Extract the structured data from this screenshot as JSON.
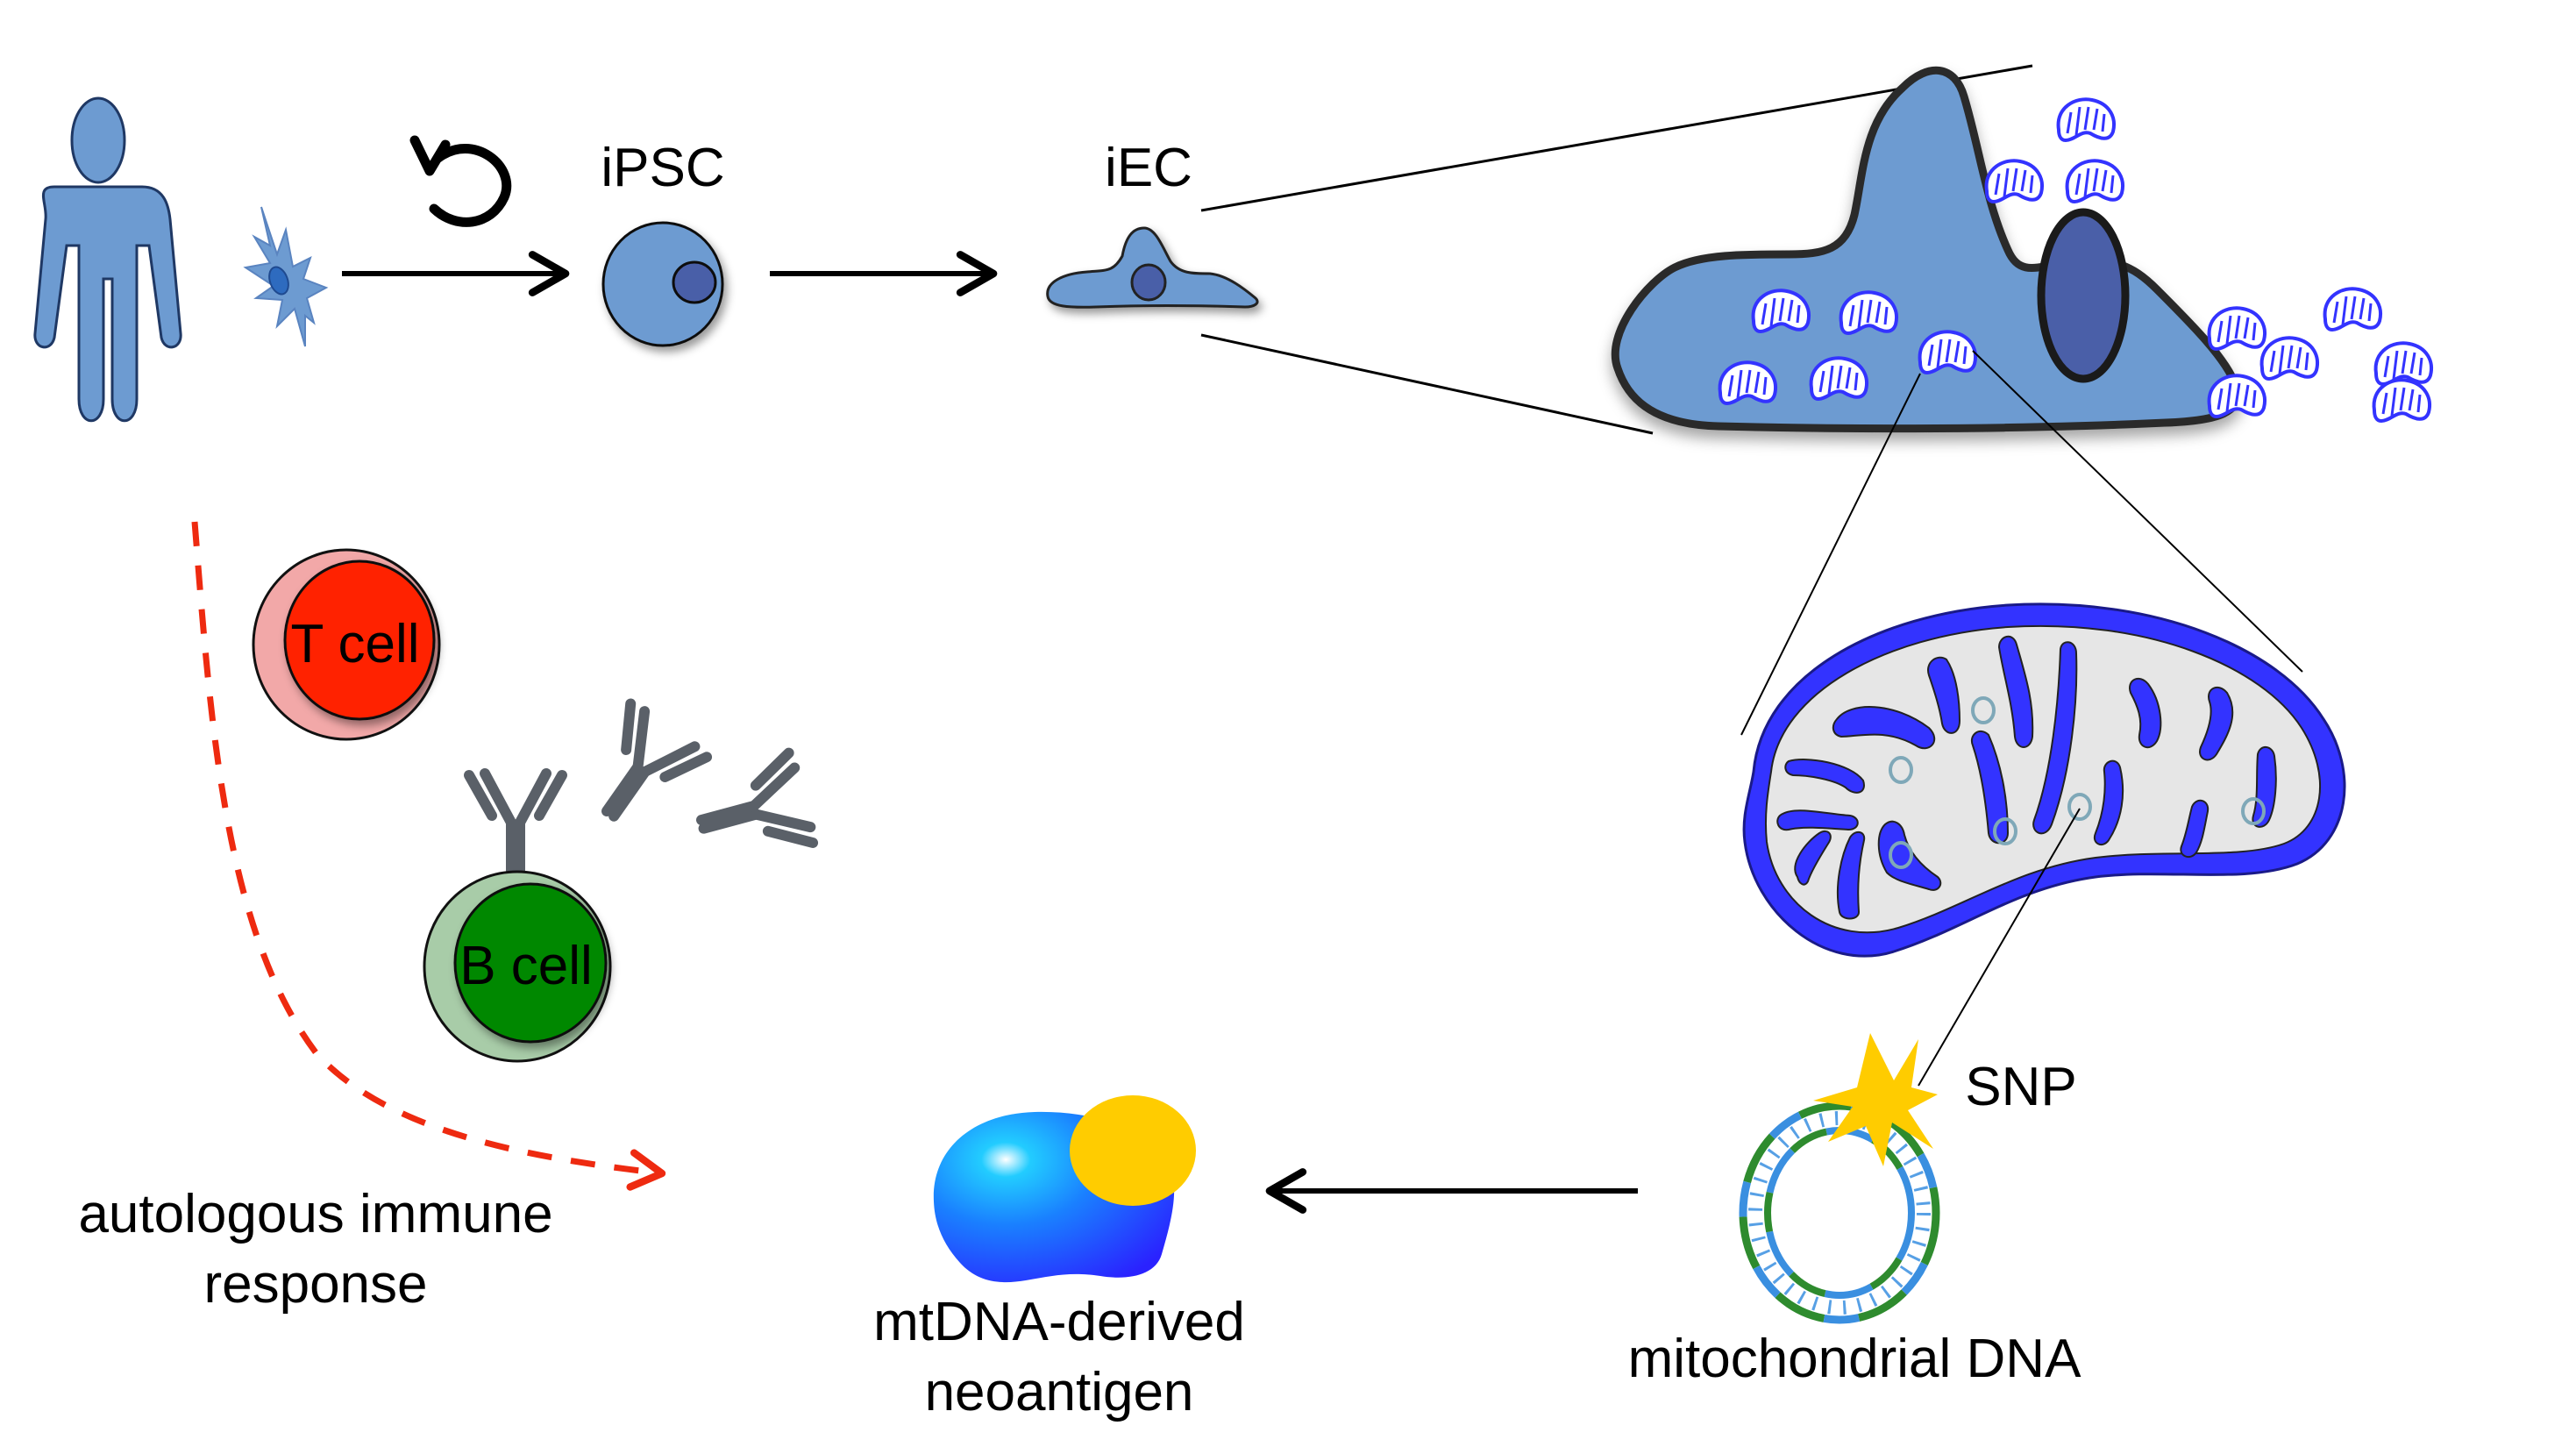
{
  "labels": {
    "ipsc": "iPSC",
    "iec": "iEC",
    "t_cell": "T cell",
    "b_cell": "B cell",
    "snp": "SNP",
    "mitochondrial_dna": "mitochondrial DNA",
    "neoantigen_line1": "mtDNA-derived",
    "neoantigen_line2": "neoantigen",
    "immune_line1": "autologous immune",
    "immune_line2": "response"
  },
  "icons": {
    "person": "person-icon",
    "fibroblast": "fibroblast-cell-icon",
    "reprogramming": "counterclockwise-rotate-icon",
    "ipsc_cell": "stem-cell-icon",
    "iec_cell": "endothelial-cell-icon",
    "mitochondrion": "mitochondrion-icon",
    "dna": "circular-dna-icon",
    "snp_burst": "starburst-icon",
    "antigen": "neoantigen-icon",
    "antibody": "antibody-icon"
  },
  "colors": {
    "cell_fill": "#6d9bd1",
    "cell_stroke": "#1f3864",
    "nucleus": "#4a5fa8",
    "mito_outer": "#3333ff",
    "mito_inner": "#e6e6e6",
    "t_cell": "#ff2200",
    "t_cell_halo": "#f2a8a8",
    "b_cell": "#008800",
    "b_cell_halo": "#a8cca8",
    "antibody": "#5a6068",
    "snp": "#ffcc00",
    "dna_green": "#2e8b2e",
    "dna_blue": "#3a8fe0",
    "immune_arrow": "#ee2a10",
    "antigen_blue": "#1a6fff",
    "antigen_yellow": "#ffcc00"
  }
}
